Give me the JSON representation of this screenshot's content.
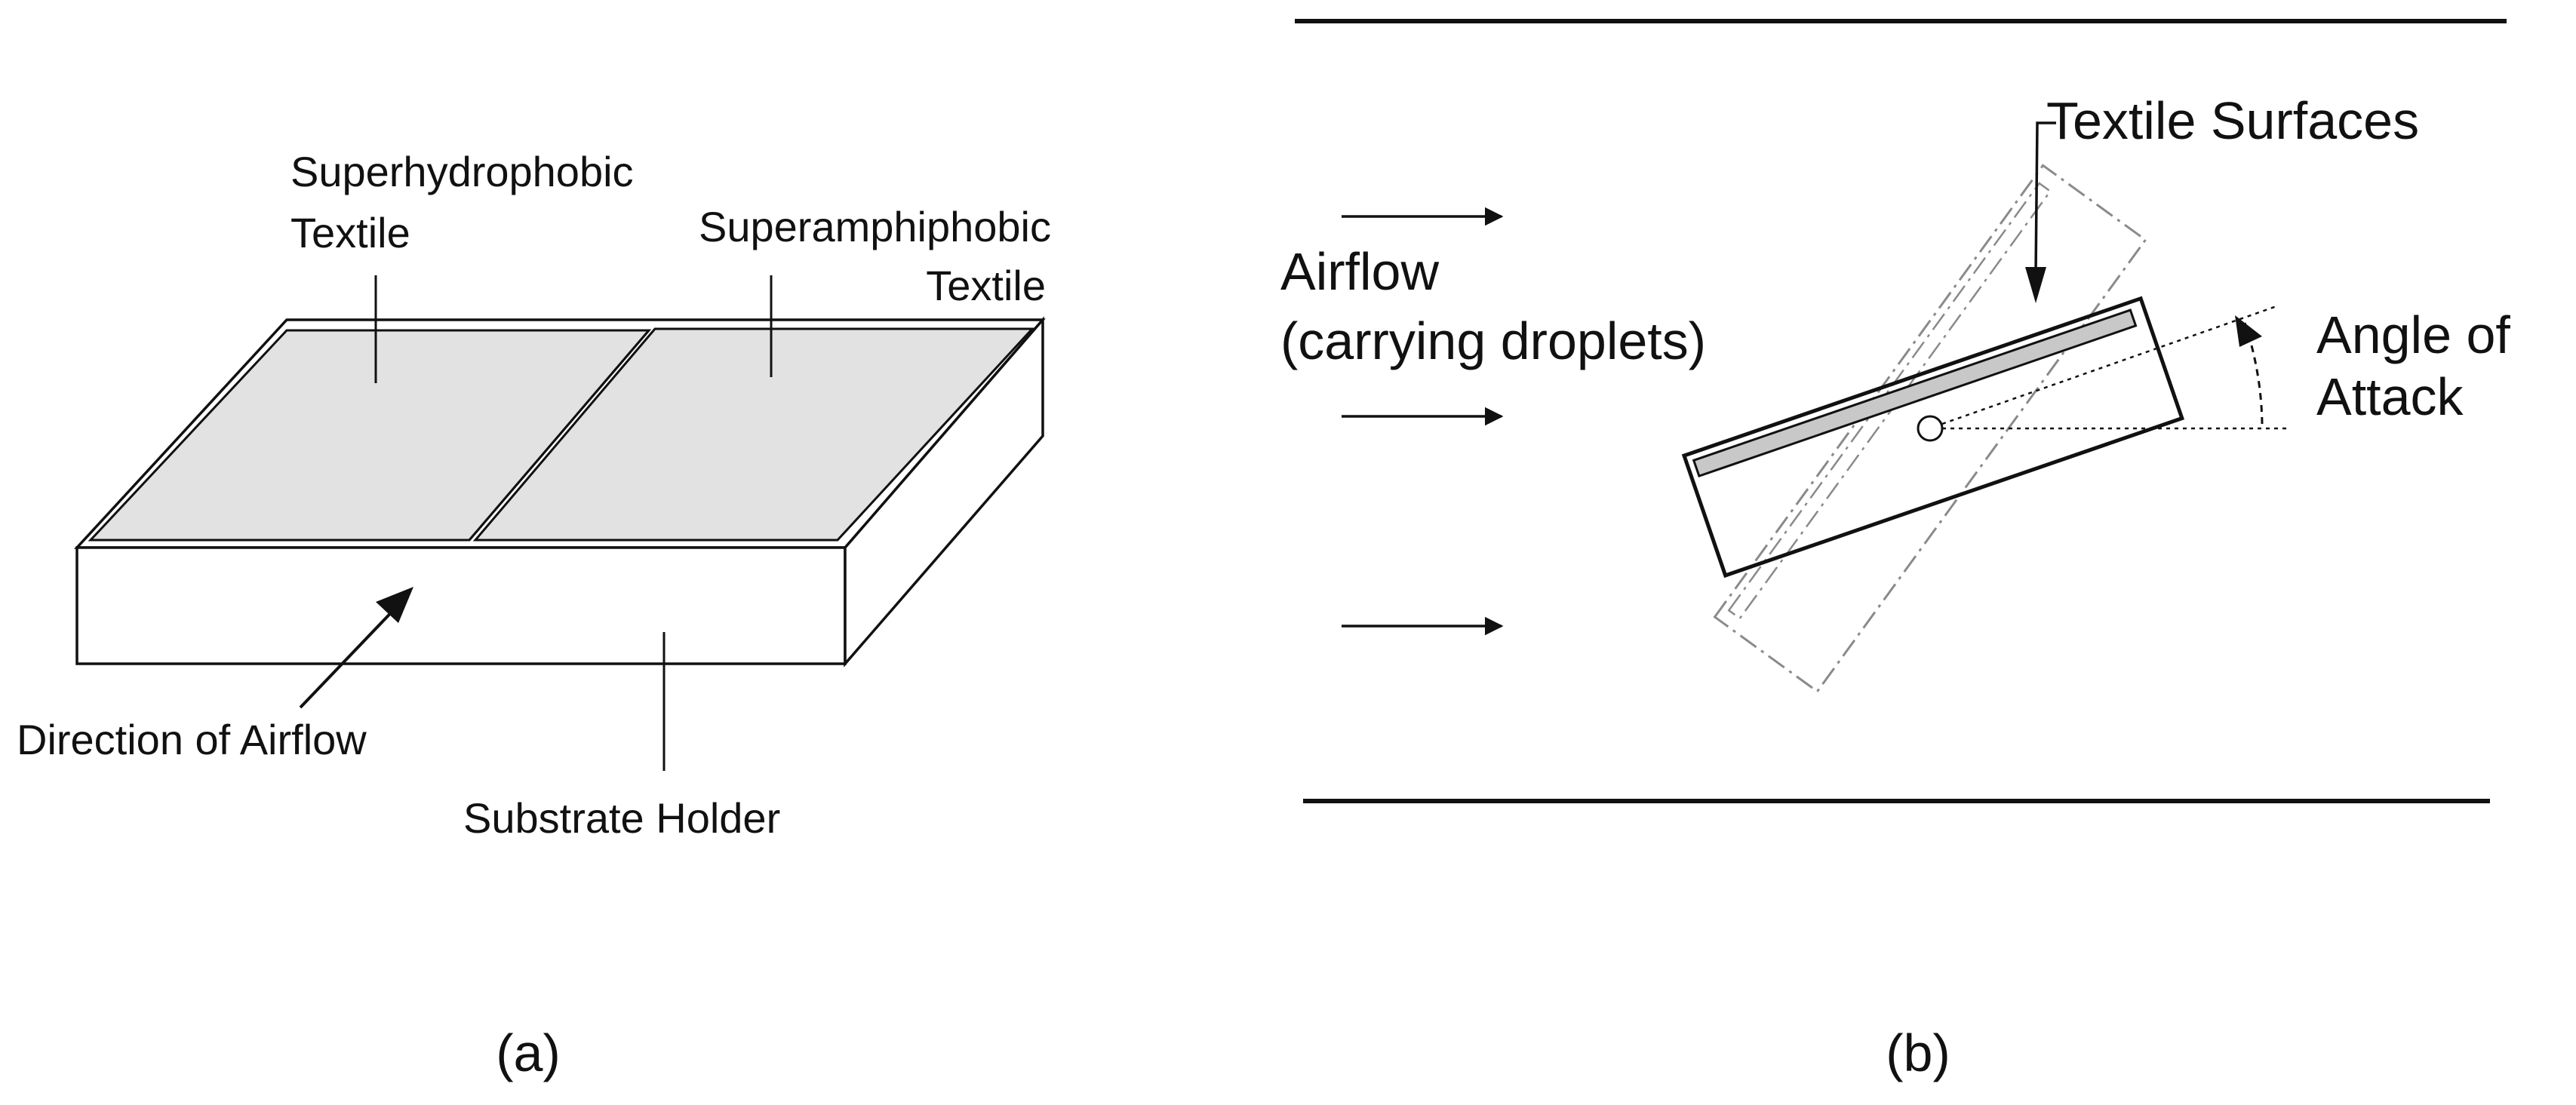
{
  "panel_a": {
    "label_superhydrophobic": [
      "Superhydrophobic",
      "Textile"
    ],
    "label_superamphiphobic": [
      "Superamphiphobic",
      "Textile"
    ],
    "label_direction": "Direction of Airflow",
    "label_substrate": "Substrate Holder",
    "caption_open": "(",
    "caption_letter": "a",
    "caption_close": ")"
  },
  "panel_b": {
    "label_textile_surfaces": "Textile Surfaces",
    "label_airflow": [
      "Airflow",
      "(carrying droplets)"
    ],
    "label_angle": [
      "Angle of",
      "Attack"
    ],
    "caption_open": "(",
    "caption_letter": "b",
    "caption_close": ")"
  },
  "colors": {
    "line": "#111111",
    "textile_fill": "#e2e2e2",
    "surface_strip_fill": "#c8c8c8",
    "ghost_outline": "#8a8a8a"
  }
}
